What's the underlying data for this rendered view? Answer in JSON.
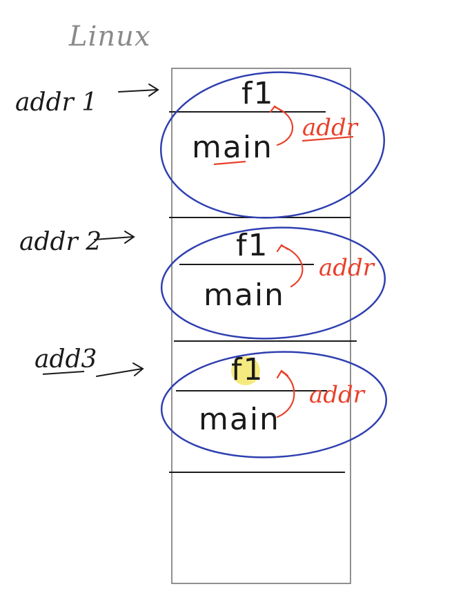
{
  "title": "Linux",
  "colors": {
    "ink": "#1a1a1a",
    "blue": "#2f3fb0",
    "red": "#e8402a",
    "highlight": "#f3e66a"
  },
  "frames": [
    {
      "address_label": "addr 1",
      "top": "f1",
      "bottom": "main",
      "return_label": "addr"
    },
    {
      "address_label": "addr 2",
      "top": "f1",
      "bottom": "main",
      "return_label": "addr"
    },
    {
      "address_label": "add3",
      "top": "f1",
      "bottom": "main",
      "return_label": "addr"
    }
  ]
}
